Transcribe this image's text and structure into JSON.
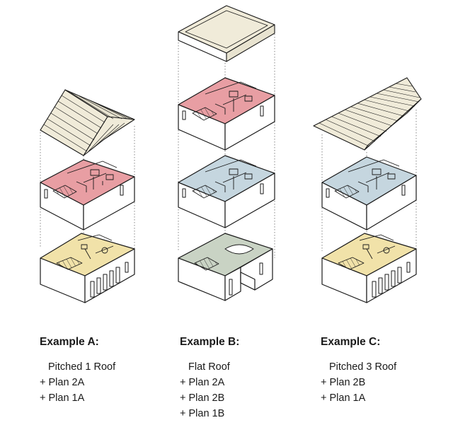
{
  "examples": [
    {
      "title": "Example A:",
      "roof": "Pitched 1 Roof",
      "plans": [
        "+ Plan 2A",
        "+ Plan 1A"
      ]
    },
    {
      "title": "Example B:",
      "roof": "Flat Roof",
      "plans": [
        "+ Plan 2A",
        "+ Plan 2B",
        "+ Plan 1B"
      ]
    },
    {
      "title": "Example C:",
      "roof": "Pitched 3 Roof",
      "plans": [
        "+ Plan 2B",
        "+ Plan 1A"
      ]
    }
  ],
  "colors": {
    "roof": "#f0ebd9",
    "plan_2A": "#e89ea3",
    "plan_2B": "#c5d6df",
    "plan_1A": "#f1e2a9",
    "plan_1B": "#c9d3c4",
    "wall": "#ffffff",
    "line": "#1a1a1a"
  }
}
